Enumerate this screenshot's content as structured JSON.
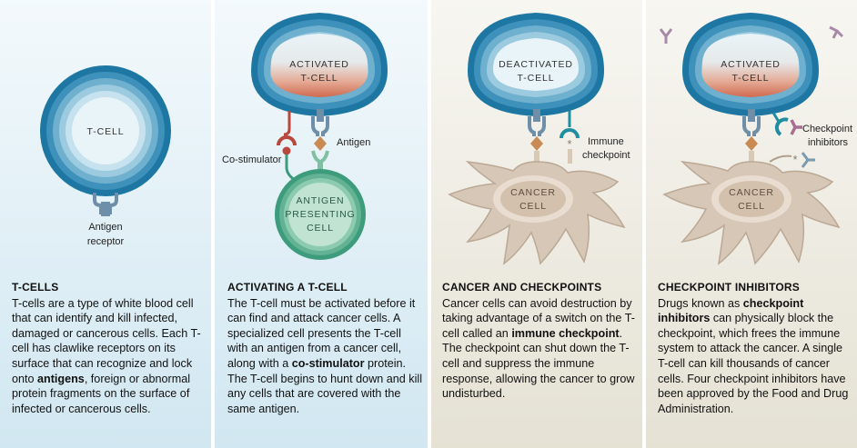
{
  "panels": [
    {
      "heading": "T-CELLS",
      "body": [
        {
          "t": "T-cells are a type of white blood cell that can identify and kill infected, damaged or cancerous cells. Each T-cell has clawlike receptors on its surface that can recognize and lock onto "
        },
        {
          "t": "antigens",
          "b": true
        },
        {
          "t": ", foreign or abnormal protein fragments on the surface of infected or cancerous cells."
        }
      ],
      "labels": {
        "cell": "T-CELL",
        "receptor": [
          "Antigen",
          "receptor"
        ]
      }
    },
    {
      "heading": "ACTIVATING A T-CELL",
      "body": [
        {
          "t": "The T-cell must be activated before it can find and attack cancer cells. A specialized cell presents the T-cell with an antigen from a cancer cell, along with a "
        },
        {
          "t": "co-stimulator",
          "b": true
        },
        {
          "t": " protein. The T-cell begins to hunt down and kill any cells that are covered with the same antigen."
        }
      ],
      "labels": {
        "cell": [
          "ACTIVATED",
          "T-CELL"
        ],
        "antigen": "Antigen",
        "costim": "Co-stimulator",
        "apc": [
          "ANTIGEN",
          "PRESENTING",
          "CELL"
        ]
      }
    },
    {
      "heading": "CANCER AND CHECKPOINTS",
      "body": [
        {
          "t": "Cancer cells can avoid destruction by taking advantage of a switch on the T-cell called an "
        },
        {
          "t": "immune checkpoint",
          "b": true
        },
        {
          "t": ". The checkpoint can shut down the T-cell and suppress the immune response, allowing the cancer to grow undisturbed."
        }
      ],
      "labels": {
        "cell": [
          "DEACTIVATED",
          "T-CELL"
        ],
        "checkpoint": [
          "Immune",
          "checkpoint"
        ],
        "cancer": [
          "CANCER",
          "CELL"
        ]
      }
    },
    {
      "heading": "CHECKPOINT INHIBITORS",
      "body": [
        {
          "t": "Drugs known as "
        },
        {
          "t": "checkpoint inhibitors",
          "b": true
        },
        {
          "t": " can physically block the checkpoint, which frees the immune system to attack the cancer. A single T-cell can kill thousands of cancer cells. Four checkpoint inhibitors have been approved by the Food and Drug Administration."
        }
      ],
      "labels": {
        "cell": [
          "ACTIVATED",
          "T-CELL"
        ],
        "inhibitors": [
          "Checkpoint",
          "inhibitors"
        ],
        "cancer": [
          "CANCER",
          "CELL"
        ]
      }
    }
  ],
  "colors": {
    "panel1_bg_top": "#f2f8fb",
    "panel1_bg_bottom": "#d3e8f2",
    "panel2_bg_top": "#f2f8fb",
    "panel2_bg_bottom": "#d3e8f2",
    "panel34_bg_top": "#f6f5ef",
    "panel34_bg_bottom": "#e6e3d6",
    "tcell_outer": "#1b77a4",
    "tcell_core": "#e8f4f8",
    "activation": "#d36f55",
    "apc_green": "#3d9c7c",
    "cancer_tan": "#c9b8a6",
    "receptor_blue": "#6f8ea8",
    "antigen_orange": "#c98a54",
    "costim_red": "#b8473c",
    "checkpoint_teal": "#1f8ea0",
    "inhibitor_purple": "#a86f90"
  },
  "icons": [
    "t-cell-icon",
    "receptor-icon",
    "antigen-icon",
    "co-stimulator-icon",
    "antigen-presenting-cell-icon",
    "cancer-cell-icon",
    "checkpoint-icon",
    "inhibitor-antibody-icon"
  ]
}
